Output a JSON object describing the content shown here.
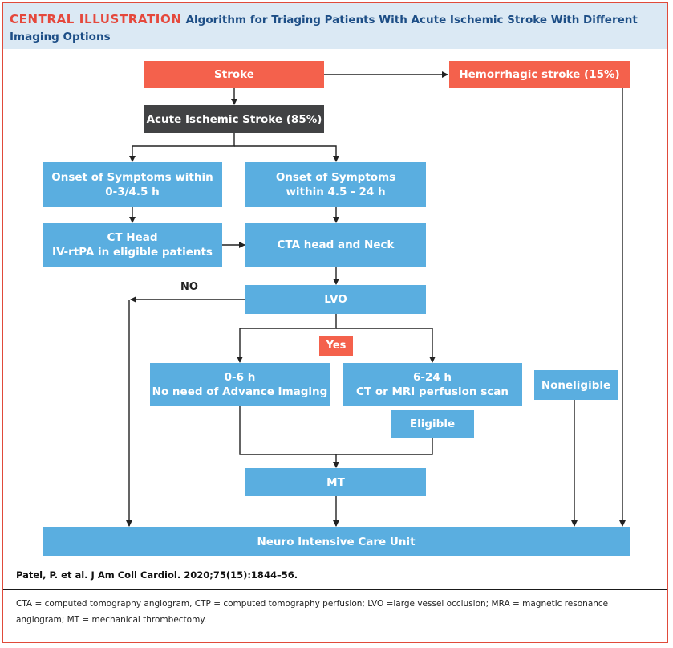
{
  "header": {
    "tag": "CENTRAL ILLUSTRATION",
    "title": "Algorithm for Triaging Patients With Acute Ischemic Stroke With Different Imaging Options"
  },
  "nodes": {
    "stroke": "Stroke",
    "hemorrhagic": "Hemorrhagic stroke (15%)",
    "ischemic": "Acute Ischemic Stroke (85%)",
    "onset_early": "Onset of Symptoms within\n0-3/4.5 h",
    "onset_late": "Onset of Symptoms\nwithin 4.5 - 24 h",
    "ct_head": "CT Head\nIV-rtPA in eligible patients",
    "cta": "CTA head and Neck",
    "lvo": "LVO",
    "yes": "Yes",
    "no": "NO",
    "early_window": "0-6 h\nNo need of Advance Imaging",
    "late_window": "6-24 h\nCT or MRI perfusion scan",
    "eligible": "Eligible",
    "noneligible": "Noneligible",
    "mt": "MT",
    "nicu": "Neuro Intensive Care Unit"
  },
  "citation": "Patel, P. et al. J Am Coll Cardiol. 2020;75(15):1844–56.",
  "footnote": "CTA = computed tomography angiogram, CTP = computed tomography perfusion; LVO =large vessel occlusion; MRA = magnetic resonance angiogram; MT = mechanical thrombectomy.",
  "colors": {
    "blue": "#5aaee0",
    "red": "#f4614c",
    "dark": "#414244",
    "frame": "#e04a3a"
  }
}
